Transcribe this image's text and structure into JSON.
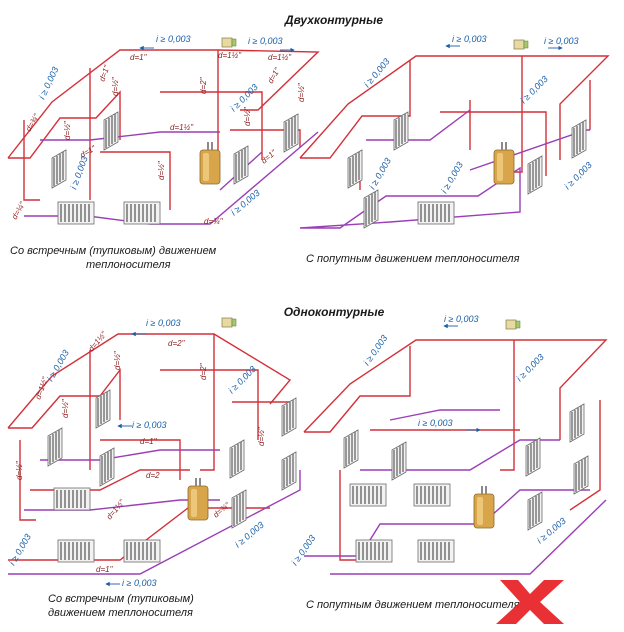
{
  "sections": {
    "double_circuit": {
      "title": "Двухконтурные"
    },
    "single_circuit": {
      "title": "Одноконтурные"
    }
  },
  "captions": {
    "top_left_1": "Со встречным (тупиковым) движением",
    "top_left_2": "теплоносителя",
    "top_right": "С попутным движением теплоносителя",
    "bottom_left_1": "Со встречным (тупиковым)",
    "bottom_left_2": "движением теплоносителя",
    "bottom_right": "С попутным движением теплоносителя"
  },
  "slope_label": "i ≥ 0,003",
  "diameters": {
    "d_1_half": "d=1½\"",
    "d_3_4": "d=¾\"",
    "d_1": "d=1\"",
    "d_2": "d=2\"",
    "d_1_4": "d=¼\"",
    "d_half": "d=½\"",
    "d_2_short": "d=2"
  },
  "colors": {
    "supply_pipe": "#d4303a",
    "return_pipe": "#9b3fb5",
    "slope_arrow": "#1a5fa8",
    "boiler": "#d9a54a",
    "radiator": "#8a8a8a",
    "watermark": "#e8262a"
  },
  "icons": {
    "boiler": "boiler-icon",
    "radiator": "radiator-icon",
    "expansion_tank": "expansion-tank-icon",
    "watermark": "x-logo-icon"
  }
}
